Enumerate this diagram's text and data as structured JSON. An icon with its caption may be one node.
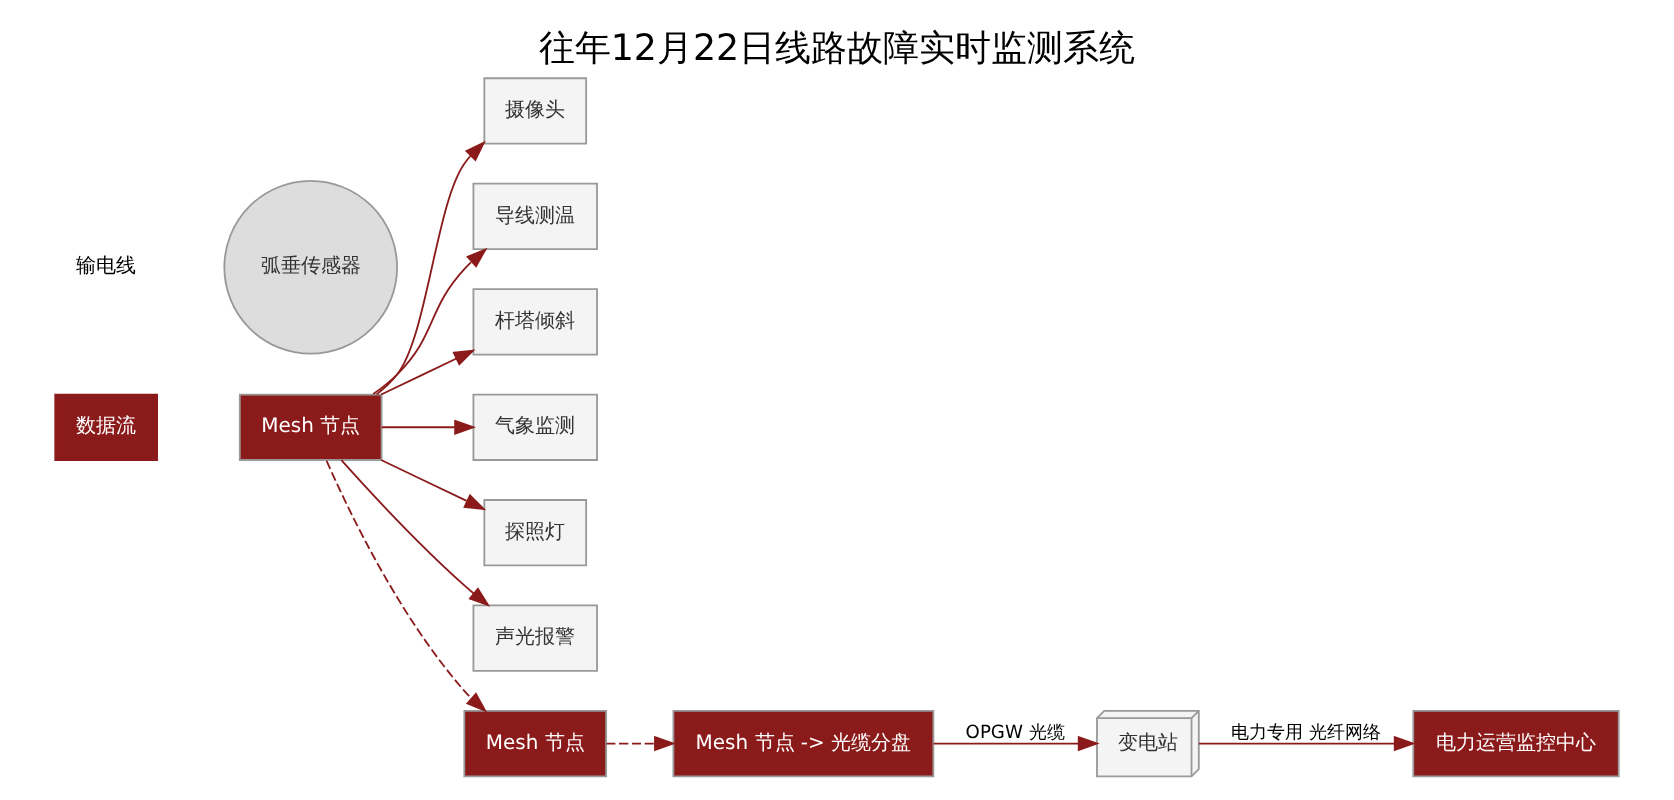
{
  "diagram": {
    "title": "往年12月22日线路故障实时监测系统",
    "nodes": [
      {
        "text": [
          "Mesh 节点"
        ]
      },
      {
        "text": [
          "摄像头"
        ]
      },
      {
        "text": [
          "导线测温"
        ]
      },
      {
        "text": [
          "杆塔倾斜"
        ]
      },
      {
        "text": [
          "气象监测"
        ]
      },
      {
        "text": [
          "探照灯"
        ]
      },
      {
        "text": [
          "声光报警"
        ]
      },
      {
        "text": [
          "电力运营监控中心"
        ]
      },
      {
        "text": [
          "变电站"
        ]
      },
      {
        "text": [
          "Mesh 节点 -> 光缆分盘"
        ]
      },
      {
        "text": [
          "Mesh 节点"
        ]
      },
      {
        "text": [
          "弧垂传感器"
        ]
      }
    ],
    "edges": [
      {
        "from": 0,
        "to": 1,
        "arrow": "to"
      },
      {
        "from": 0,
        "to": 2,
        "arrow": "to"
      },
      {
        "from": 0,
        "to": 3,
        "arrow": "to"
      },
      {
        "from": 0,
        "to": 4,
        "arrow": "to"
      },
      {
        "from": 0,
        "to": 5,
        "arrow": "to"
      },
      {
        "from": 0,
        "to": 6,
        "arrow": "to"
      },
      {
        "from": 8,
        "to": 7,
        "arrow": "to",
        "label": "电力专用 光纤网络"
      },
      {
        "from": 9,
        "to": 8,
        "arrow": "to",
        "label": "OPGW 光缆"
      },
      {
        "from": 0,
        "to": 10,
        "arrow": "to",
        "style": "dashed"
      },
      {
        "from": 10,
        "to": 9,
        "arrow": "to",
        "style": "dashed"
      }
    ],
    "labels": [
      "数据流",
      "输电线"
    ]
  }
}
